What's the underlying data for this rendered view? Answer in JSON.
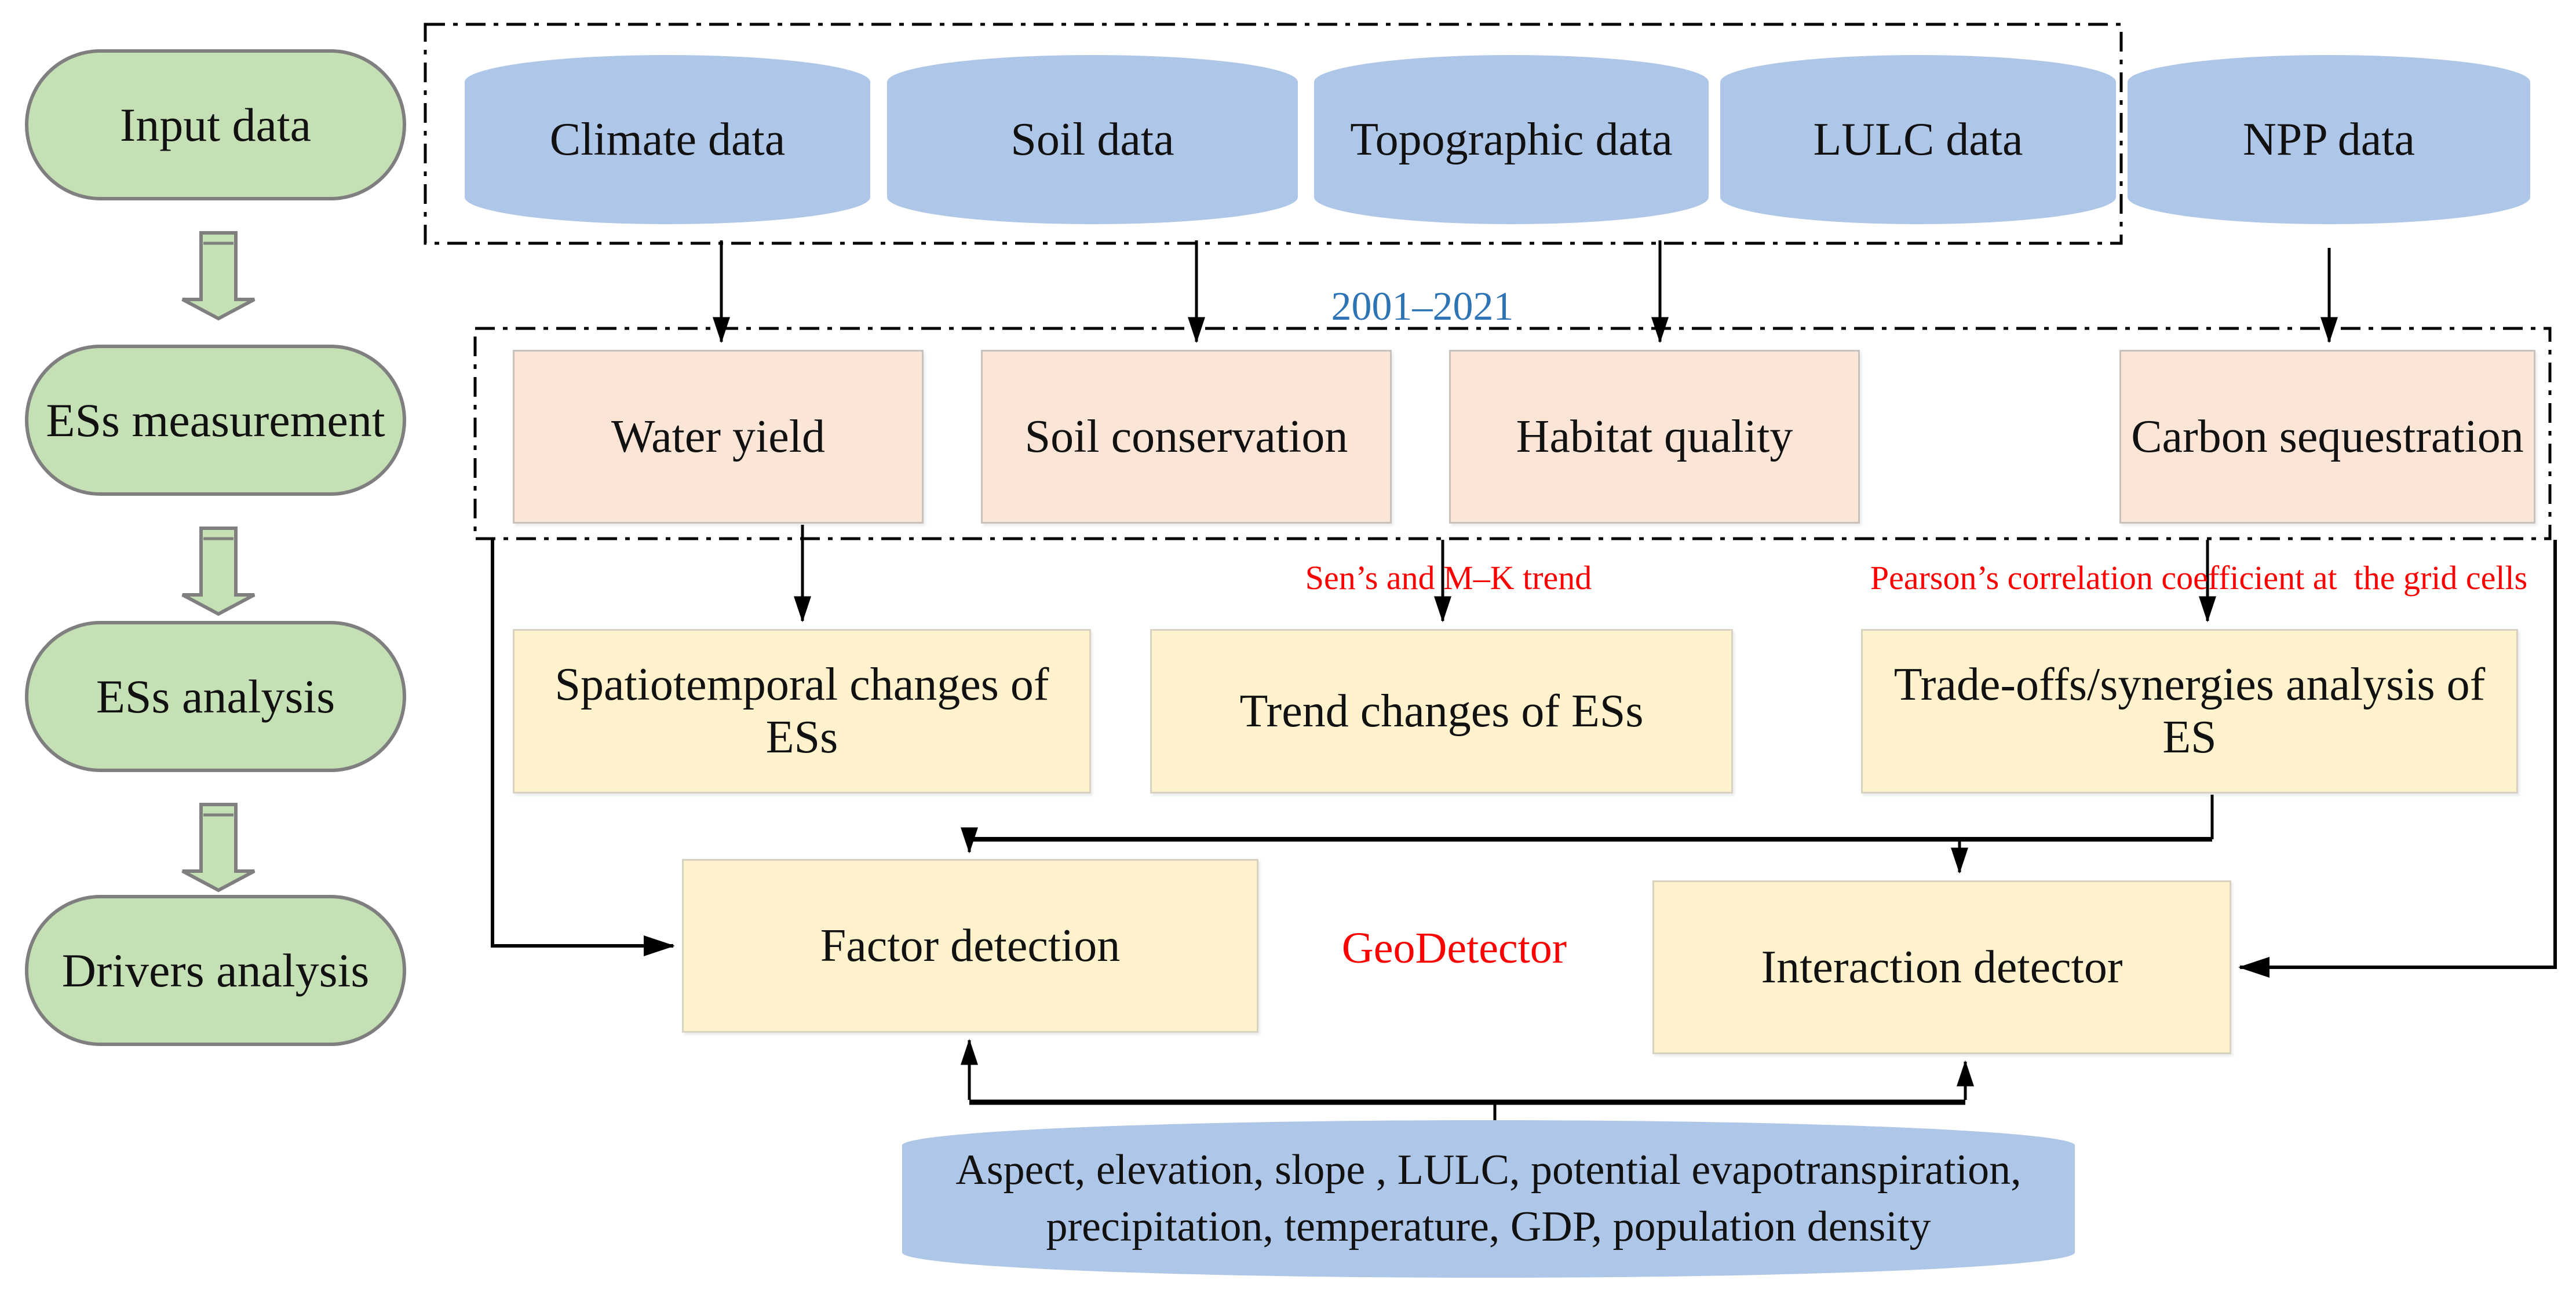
{
  "diagram": {
    "stages": [
      "Input data",
      "ESs measurement",
      "ESs analysis",
      "Drivers analysis"
    ],
    "input_datasets": [
      "Climate data",
      "Soil data",
      "Topographic data",
      "LULC data",
      "NPP data"
    ],
    "period_label": "2001–2021",
    "es_services": [
      "Water yield",
      "Soil conservation",
      "Habitat quality",
      "Carbon sequestration"
    ],
    "analysis_boxes": [
      "Spatiotemporal changes of ESs",
      "Trend changes of ESs",
      "Trade-offs/synergies analysis of ES"
    ],
    "annotations": {
      "trend_method": "Sen’s and M–K trend",
      "correlation_method": "Pearson’s correlation coefficient at  the grid cells",
      "geodetector": "GeoDetector"
    },
    "detectors": {
      "factor": "Factor detection",
      "interaction": "Interaction detector"
    },
    "driver_pool": [
      "Aspect, elevation, slope , LULC, potential evapotranspiration,",
      "precipitation, temperature, GDP, population density"
    ],
    "colors": {
      "stage_fill": "#c5e0b4",
      "stage_border": "#7f7f7f",
      "dataset_fill": "#aec6e8",
      "es_fill": "#fbe5d6",
      "analysis_fill": "#fff2cc",
      "annotation_red": "#fe0000",
      "period_blue": "#2e74b5",
      "connector_black": "#000000"
    }
  }
}
